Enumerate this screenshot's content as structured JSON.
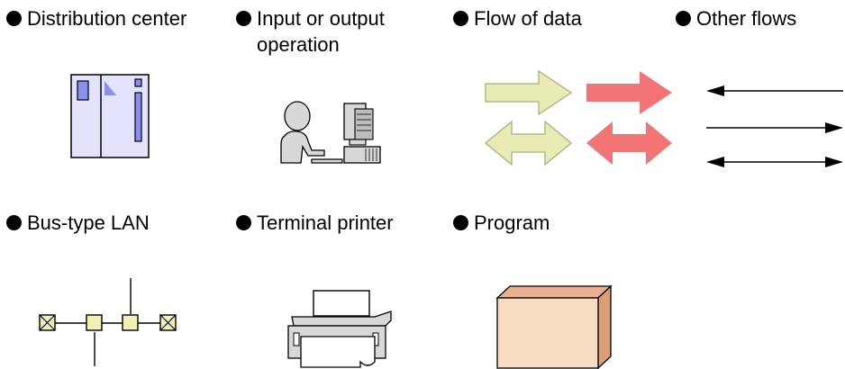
{
  "legend": {
    "distribution_center": "Distribution center",
    "io_operation": [
      "Input or output",
      "operation"
    ],
    "flow_of_data": "Flow of data",
    "other_flows": "Other flows",
    "bus_type_lan": "Bus-type LAN",
    "terminal_printer": "Terminal printer",
    "program": "Program"
  },
  "icons": {
    "distribution_center": "server-cabinet-icon",
    "io_operation": "person-at-computer-icon",
    "flow_of_data_light": "light-arrow-icon",
    "flow_of_data_red": "red-arrow-icon",
    "other_flows": "line-arrow-icon",
    "bus_type_lan": "bus-lan-icon",
    "terminal_printer": "printer-icon",
    "program": "box-icon"
  },
  "colors": {
    "cabinet_fill": "#e3e3fc",
    "cabinet_accent": "#8a8ff2",
    "light_arrow_fill": "#e8ecb4",
    "light_arrow_stroke": "#b6b98a",
    "red_arrow_fill": "#f27474",
    "lan_node_fill": "#f3f0b6",
    "box_front": "#f5dcc2",
    "box_top": "#eab08f",
    "box_side": "#dc9e76"
  }
}
